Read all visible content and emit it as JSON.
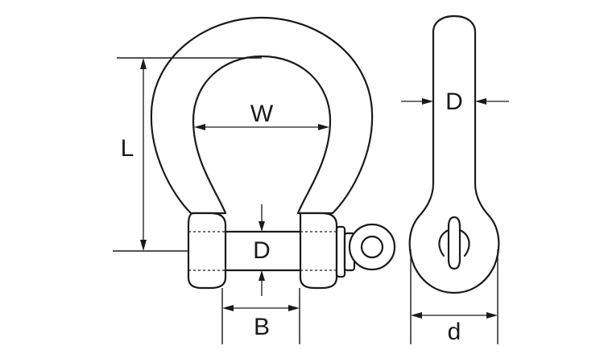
{
  "labels": {
    "w": "W",
    "l": "L",
    "d_pin": "D",
    "b": "B",
    "d_side": "D",
    "d_eye": "d"
  }
}
